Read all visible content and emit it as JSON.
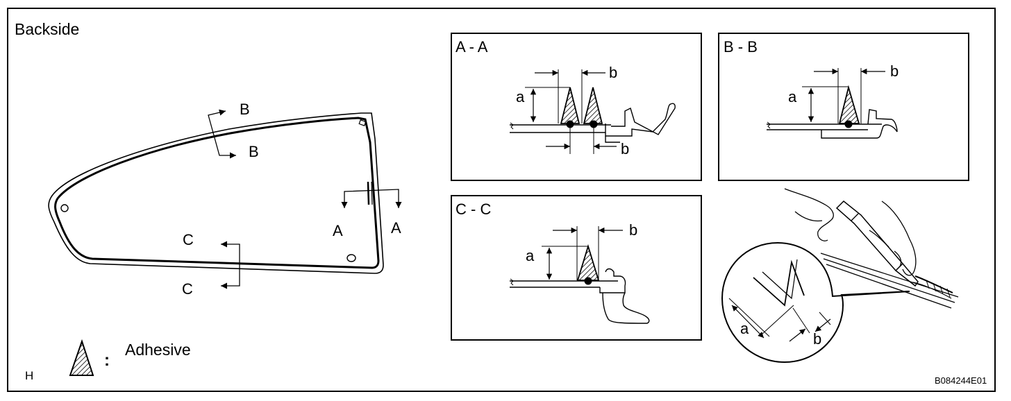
{
  "figure_title": "Backside",
  "section_labels": {
    "b_top": "B",
    "b_bottom": "B",
    "a_left": "A",
    "a_right": "A",
    "c_top": "C",
    "c_bottom": "C"
  },
  "legend": {
    "symbol": "adhesive-triangle-icon",
    "colon": ":",
    "label": "Adhesive"
  },
  "corner_code": "H",
  "panels": {
    "aa": {
      "title": "A - A",
      "dim_a": "a",
      "dim_b_top": "b",
      "dim_b_bottom": "b"
    },
    "bb": {
      "title": "B - B",
      "dim_a": "a",
      "dim_b": "b"
    },
    "cc": {
      "title": "C - C",
      "dim_a": "a",
      "dim_b": "b"
    },
    "detail": {
      "dim_a": "a",
      "dim_b": "b"
    }
  },
  "figure_id": "B084244E01"
}
